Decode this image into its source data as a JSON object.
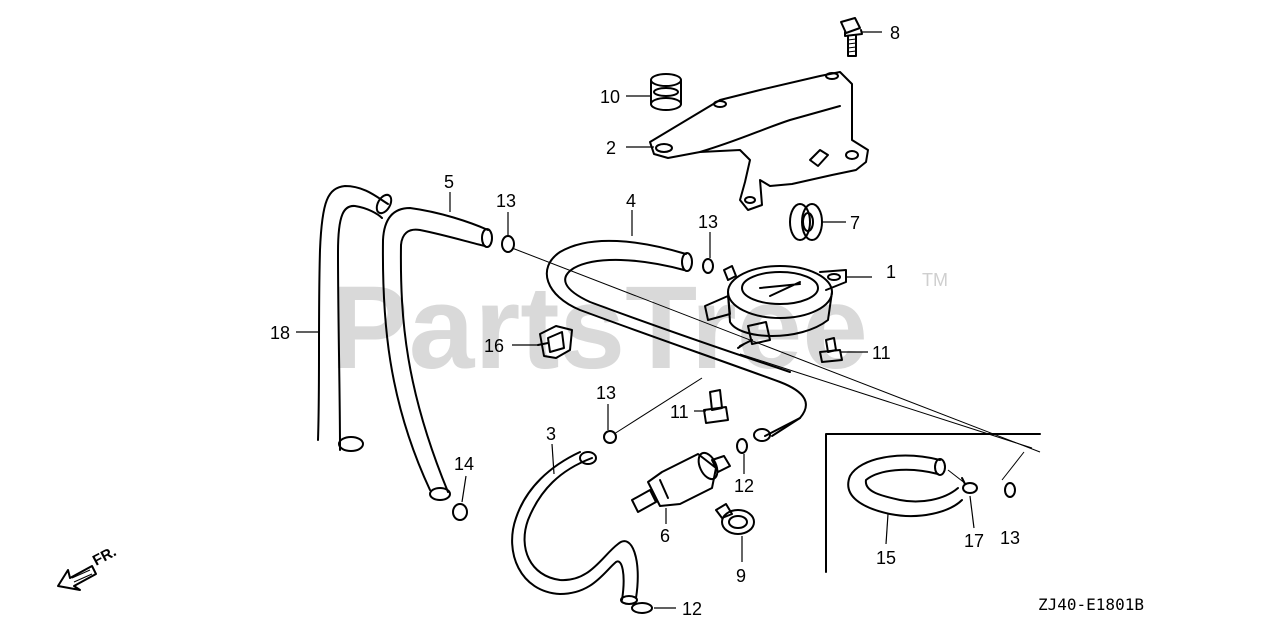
{
  "watermark": {
    "text": "PartsTree",
    "trademark": "TM"
  },
  "diagram_code": "ZJ40-E1801B",
  "direction_marker": "FR.",
  "callouts": {
    "p1": "1",
    "p2": "2",
    "p3": "3",
    "p4": "4",
    "p5": "5",
    "p6": "6",
    "p7": "7",
    "p8": "8",
    "p9": "9",
    "p10": "10",
    "p11a": "11",
    "p11b": "11",
    "p12a": "12",
    "p12b": "12",
    "p13a": "13",
    "p13b": "13",
    "p13c": "13",
    "p13d": "13",
    "p14": "14",
    "p15": "15",
    "p16": "16",
    "p17": "17",
    "p18": "18"
  }
}
